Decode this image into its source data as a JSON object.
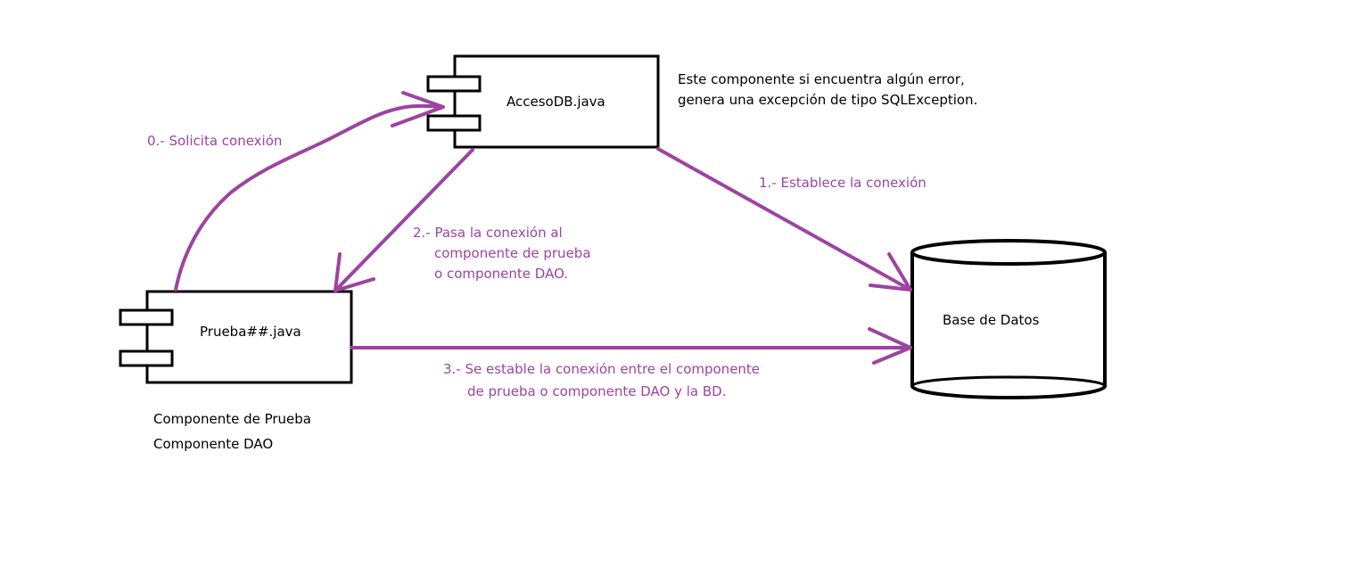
{
  "components": {
    "acceso": {
      "label": "AccesoDB.java"
    },
    "prueba": {
      "label": "Prueba##.java"
    },
    "database": {
      "label": "Base de Datos"
    }
  },
  "notes": {
    "acceso_note": [
      "Este componente si encuentra algún error,",
      "genera una excepción de tipo SQLException."
    ],
    "prueba_caption": [
      "Componente de Prueba",
      "Componente DAO"
    ]
  },
  "steps": {
    "step0": [
      "0.- Solicita conexión"
    ],
    "step1": [
      "1.- Establece la conexión"
    ],
    "step2": [
      "2.- Pasa la conexión al",
      "componente de prueba",
      "o componente DAO."
    ],
    "step3": [
      "3.- Se estable la conexión entre el componente",
      "de prueba o componente DAO y la BD."
    ]
  },
  "colors": {
    "outline": "#000000",
    "arrow": "#9c44a0",
    "background": "#ffffff"
  }
}
